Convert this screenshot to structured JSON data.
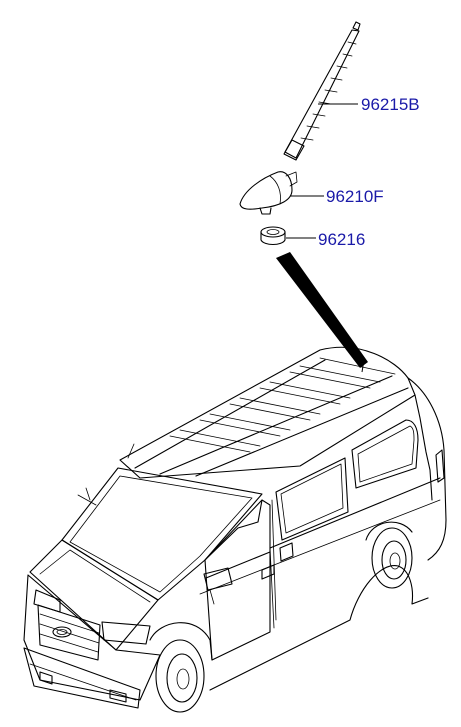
{
  "parts": [
    {
      "id": "antenna-mast",
      "label": "96215B"
    },
    {
      "id": "antenna-base",
      "label": "96210F"
    },
    {
      "id": "antenna-nut",
      "label": "96216"
    }
  ]
}
